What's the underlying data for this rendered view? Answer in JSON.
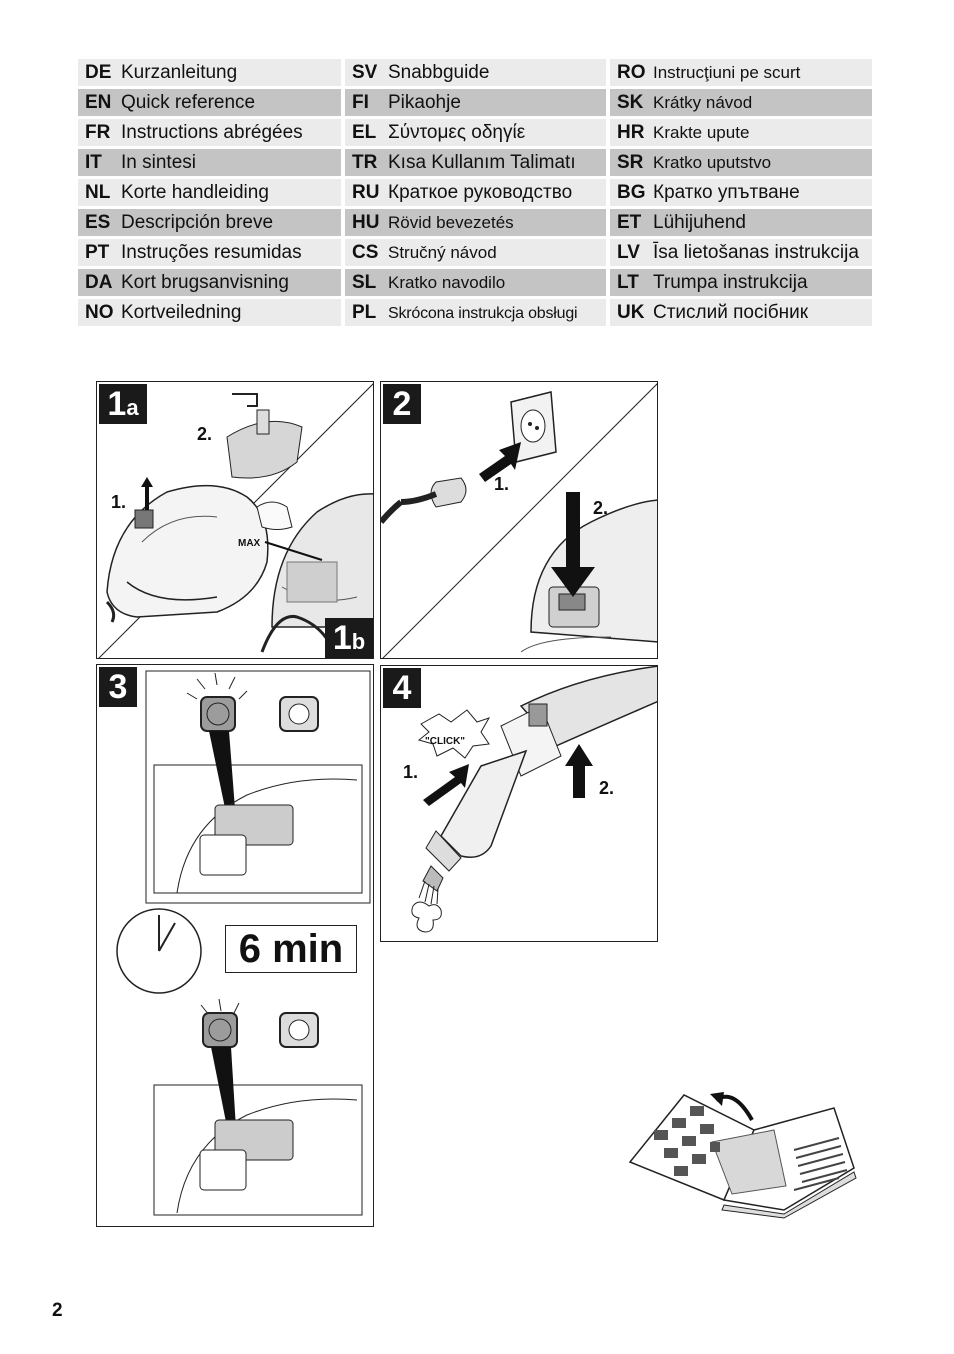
{
  "languages": [
    [
      {
        "code": "DE",
        "text": "Kurzanleitung"
      },
      {
        "code": "SV",
        "text": "Snabbguide"
      },
      {
        "code": "RO",
        "text": "Instrucţiuni pe scurt"
      }
    ],
    [
      {
        "code": "EN",
        "text": "Quick reference"
      },
      {
        "code": "FI",
        "text": "Pikaohje"
      },
      {
        "code": "SK",
        "text": "Krátky návod"
      }
    ],
    [
      {
        "code": "FR",
        "text": "Instructions abrégées"
      },
      {
        "code": "EL",
        "text": "Σύντομες οδηγίε"
      },
      {
        "code": "HR",
        "text": "Krakte upute"
      }
    ],
    [
      {
        "code": "IT",
        "text": "In sintesi"
      },
      {
        "code": "TR",
        "text": "Kısa Kullanım Talimatı"
      },
      {
        "code": "SR",
        "text": "Kratko uputstvo"
      }
    ],
    [
      {
        "code": "NL",
        "text": "Korte handleiding"
      },
      {
        "code": "RU",
        "text": "Краткое руководство"
      },
      {
        "code": "BG",
        "text": "Кратко упътване"
      }
    ],
    [
      {
        "code": "ES",
        "text": "Descripción breve"
      },
      {
        "code": "HU",
        "text": "Rövid bevezetés"
      },
      {
        "code": "ET",
        "text": "Lühijuhend"
      }
    ],
    [
      {
        "code": "PT",
        "text": "Instruções resumidas"
      },
      {
        "code": "CS",
        "text": "Stručný návod"
      },
      {
        "code": "LV",
        "text": "Īsa lietošanas instrukcija"
      }
    ],
    [
      {
        "code": "DA",
        "text": "Kort brugsanvisning"
      },
      {
        "code": "SL",
        "text": "Kratko navodilo"
      },
      {
        "code": "LT",
        "text": "Trumpa instrukcija"
      }
    ],
    [
      {
        "code": "NO",
        "text": "Kortveiledning"
      },
      {
        "code": "PL",
        "text": "Skrócona instrukcja obsługi"
      },
      {
        "code": "UK",
        "text": "Стислий посібник"
      }
    ]
  ],
  "panels": {
    "p1": {
      "badge_main": "1",
      "badge_sub": "a",
      "badge2_main": "1",
      "badge2_sub": "b",
      "step1": "1.",
      "step2": "2.",
      "max": "MAX"
    },
    "p2": {
      "badge": "2",
      "step1": "1.",
      "step2": "2."
    },
    "p3": {
      "badge": "3",
      "timer": "6 min"
    },
    "p4": {
      "badge": "4",
      "click": "\"CLICK\"",
      "step1": "1.",
      "step2": "2."
    }
  },
  "page_number": "2"
}
